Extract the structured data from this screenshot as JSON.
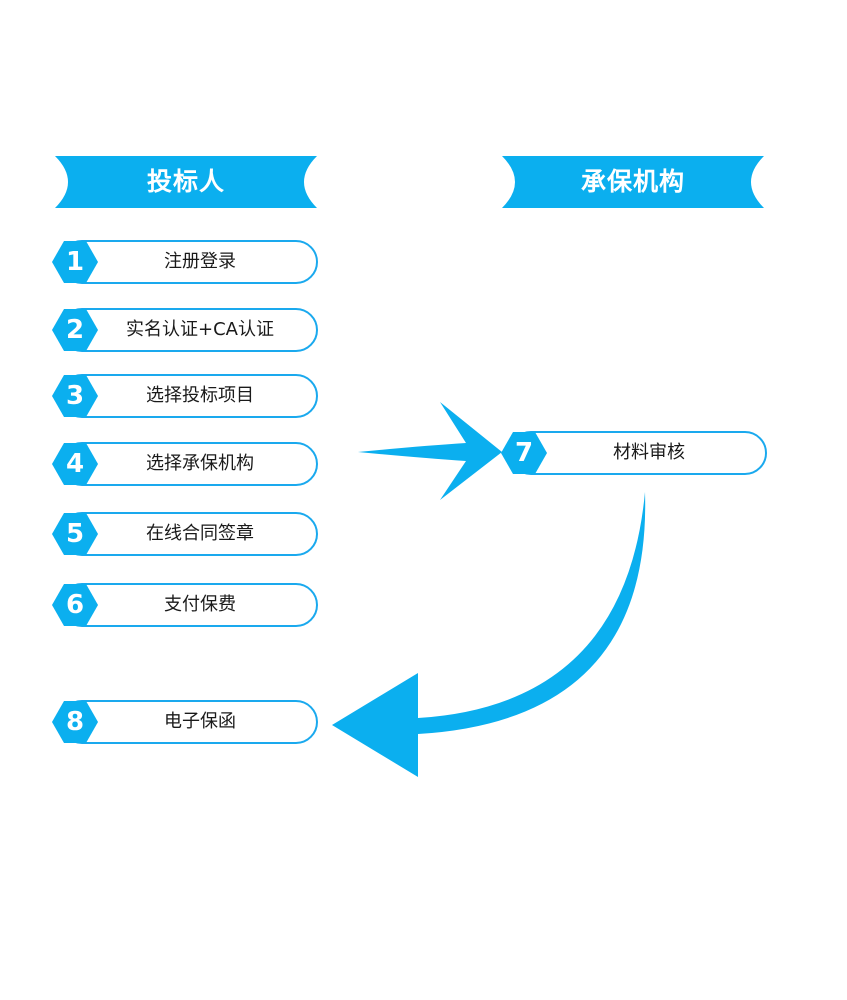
{
  "colors": {
    "accent": "#0bafef",
    "outline": "#1aa9ee",
    "text": "#1a1a1a"
  },
  "columns": {
    "bidder_title": "投标人",
    "insurer_title": "承保机构"
  },
  "steps": [
    {
      "num": "1",
      "label": "注册登录"
    },
    {
      "num": "2",
      "label": "实名认证+CA认证"
    },
    {
      "num": "3",
      "label": "选择投标项目"
    },
    {
      "num": "4",
      "label": "选择承保机构"
    },
    {
      "num": "5",
      "label": "在线合同签章"
    },
    {
      "num": "6",
      "label": "支付保费"
    },
    {
      "num": "7",
      "label": "材料审核"
    },
    {
      "num": "8",
      "label": "电子保函"
    }
  ]
}
